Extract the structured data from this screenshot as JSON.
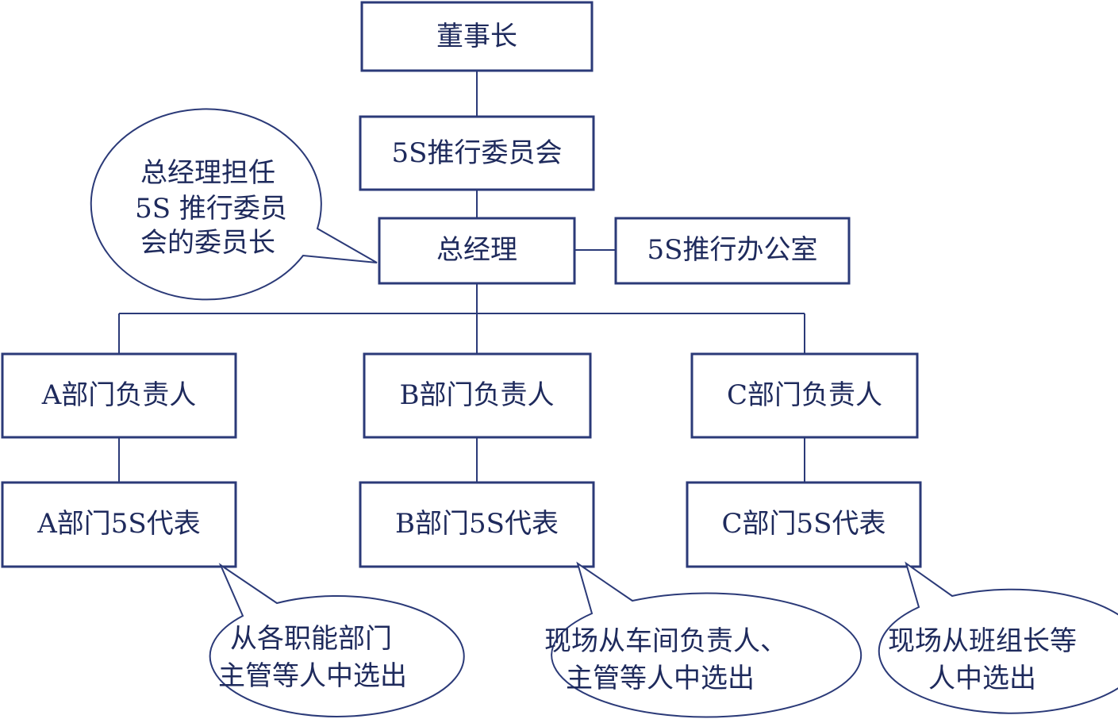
{
  "nodes": {
    "chairman": "董事长",
    "committee": "5S推行委员会",
    "gm": "总经理",
    "office": "5S推行办公室",
    "dept_a_head": "A部门负责人",
    "dept_b_head": "B部门负责人",
    "dept_c_head": "C部门负责人",
    "dept_a_rep": "A部门5S代表",
    "dept_b_rep": "B部门5S代表",
    "dept_c_rep": "C部门5S代表"
  },
  "callouts": {
    "gm_note": [
      "总经理担任",
      "5S 推行委员",
      "会的委员长"
    ],
    "a_note": [
      "从各职能部门",
      "主管等人中选出"
    ],
    "b_note": [
      "现场从车间负责人、",
      "主管等人中选出"
    ],
    "c_note": [
      "现场从班组长等",
      "人中选出"
    ]
  },
  "colors": {
    "stroke": "#2b3a78",
    "text": "#1e2a5c"
  }
}
